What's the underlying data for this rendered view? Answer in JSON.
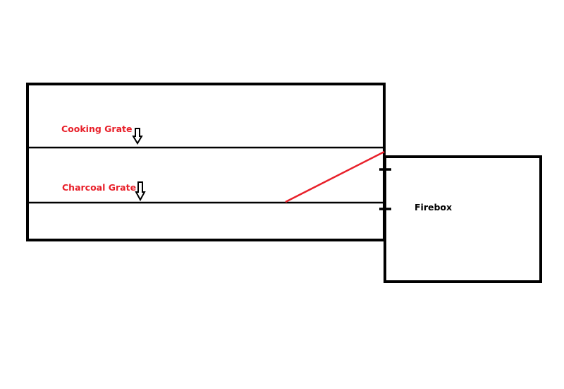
{
  "labels": {
    "cooking_grate": "Cooking Grate",
    "charcoal_grate": "Charcoal Grate",
    "firebox": "Firebox"
  },
  "colors": {
    "outline": "#000000",
    "annotation": "#e8202a",
    "background": "#ffffff"
  },
  "icons": {
    "cooking_grate_arrow": "down-arrow-icon",
    "charcoal_grate_arrow": "down-arrow-icon"
  }
}
